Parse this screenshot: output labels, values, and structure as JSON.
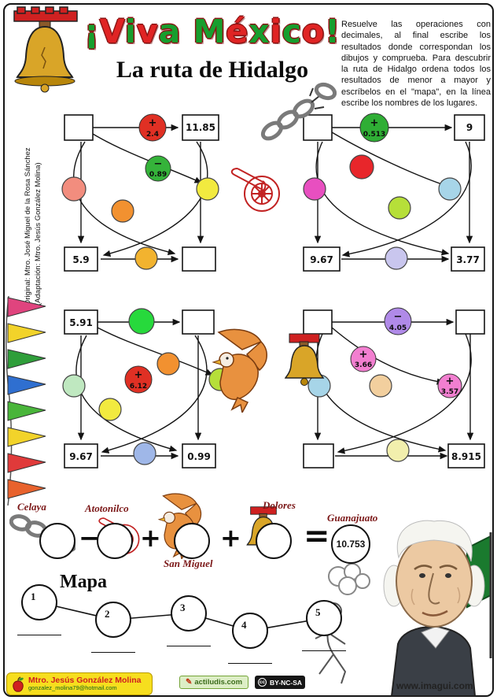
{
  "header": {
    "title": "¡Viva México!",
    "subtitle": "La ruta de Hidalgo",
    "instructions": "Resuelve las operaciones con decimales, al final escribe los resultados donde correspondan los dibujos y comprueba. Para descubrir la ruta de Hidalgo ordena todos los resultados de menor a mayor y escríbelos en el \"mapa\", en la línea escribe los nombres de los lugares."
  },
  "credit": {
    "line1": "Original: Mtro. José Miguel de la Rosa Sánchez",
    "line2": "(Adaptación: Mtro. Jesús González Molina)"
  },
  "puzzles": [
    {
      "name": "puzzle-top-left",
      "boxes": {
        "tl": "",
        "tr": "11.85",
        "bl": "5.9",
        "br": ""
      },
      "badges": [
        {
          "op": "+",
          "value": "2.4",
          "color": "#e03024"
        },
        {
          "op": "−",
          "value": "0.89",
          "color": "#35b33a"
        }
      ],
      "circles": [
        {
          "color": "#f28d7e"
        },
        {
          "color": "#f29130"
        },
        {
          "color": "#f2ea3f"
        },
        {
          "color": "#f2b32f"
        }
      ]
    },
    {
      "name": "puzzle-top-right",
      "boxes": {
        "tl": "",
        "tr": "9",
        "bl": "9.67",
        "br": "3.77"
      },
      "badges": [
        {
          "op": "+",
          "value": "0.513",
          "color": "#2fae35"
        }
      ],
      "circles": [
        {
          "color": "#e8262b"
        },
        {
          "color": "#e84fc0"
        },
        {
          "color": "#b6df39"
        },
        {
          "color": "#a7d5e8"
        },
        {
          "color": "#c9c6ee"
        }
      ]
    },
    {
      "name": "puzzle-mid-left",
      "boxes": {
        "tl": "5.91",
        "tr": "",
        "bl": "9.67",
        "br": "0.99"
      },
      "badges": [
        {
          "op": "+",
          "value": "6.12",
          "color": "#e03024"
        }
      ],
      "circles": [
        {
          "color": "#27d93c"
        },
        {
          "color": "#bfe8c0"
        },
        {
          "color": "#f29130"
        },
        {
          "color": "#f2ea3f"
        },
        {
          "color": "#b6df39"
        },
        {
          "color": "#9fb7e8"
        }
      ]
    },
    {
      "name": "puzzle-mid-right",
      "boxes": {
        "tl": "",
        "tr": "",
        "bl": "",
        "br": "8.915"
      },
      "badges": [
        {
          "op": "−",
          "value": "4.05",
          "color": "#b08ae8"
        },
        {
          "op": "+",
          "value": "3.66",
          "color": "#f27fd0"
        },
        {
          "op": "+",
          "value": "3.57",
          "color": "#f27fd0"
        }
      ],
      "circles": [
        {
          "color": "#a7d5e8"
        },
        {
          "color": "#f2cf9e"
        },
        {
          "color": "#f2efad"
        }
      ]
    }
  ],
  "equation": {
    "places": [
      {
        "name": "Celaya"
      },
      {
        "name": "Atotonilco"
      },
      {
        "name": "San Miguel"
      },
      {
        "name": "Dolores"
      },
      {
        "name": "Guanajuato",
        "value": "10.753"
      }
    ],
    "ops": {
      "minus": "−",
      "plus1": "+",
      "plus2": "+",
      "equals": "="
    }
  },
  "mapa": {
    "heading": "Mapa",
    "stops": [
      "1",
      "2",
      "3",
      "4",
      "5"
    ]
  },
  "footer": {
    "author": "Mtro. Jesús González Molina",
    "email": "gonzalez_molina79@hotmail.com",
    "actiludis": "actiludis.com",
    "license": "BY-NC-SA",
    "site": "www.imagui.com"
  },
  "decor": {
    "flag_colors": [
      "#e0447e",
      "#f2d32a",
      "#2f9e3a",
      "#2f6fd0",
      "#49b53a",
      "#f2d32a",
      "#e03a3a",
      "#e8622d"
    ]
  }
}
